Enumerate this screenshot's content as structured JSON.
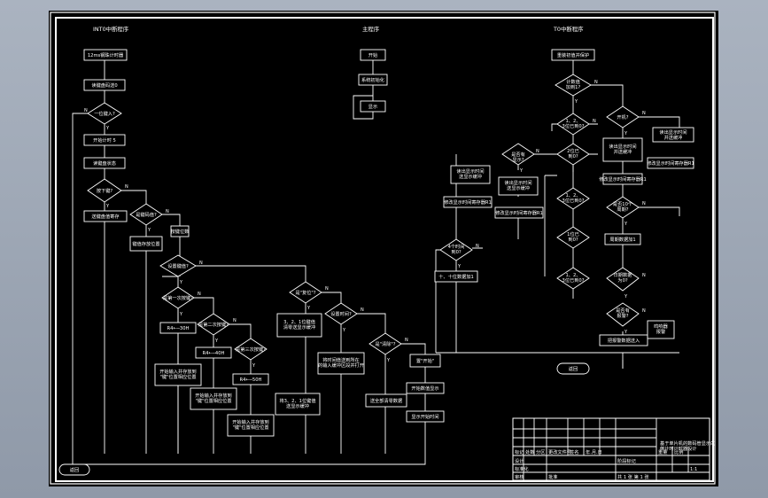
{
  "titles": {
    "int0": "INT0中断程序",
    "main": "主程序",
    "t0": "T0中断程序"
  },
  "yes": "Y",
  "no": "N",
  "int0": {
    "start": "12ms钢珠计时器",
    "n1": "读键盘码送0",
    "d1": "一位键入?",
    "n2": "开始计时 5",
    "n3": "读键盘状态",
    "d2": "按下键?",
    "n4": "送键盘值寄存",
    "d3": "是键码值?",
    "n5": "按键位数",
    "n6": "键值存放位置",
    "d4": "设置键值?",
    "d5": "是第一次按键?",
    "n7": "R4←─30H",
    "d6": "是第二次按键?",
    "n8": "R4←─40H",
    "d7": "是第三次按键?",
    "n9": "R4←─50H",
    "n10": "开始输入并存放到\n\"键\"位置相应位置",
    "n11": "开始输入并存放到\n\"键\"位置相应位置",
    "n12": "开始输入并存放到\n\"键\"位置相应位置",
    "d8": "是\"复位\"?",
    "n13": "3、2、1位键值\n清零送显示缓冲",
    "d9": "设置时间?",
    "n14": "将3、2、1位键值\n送显示缓冲",
    "n15": "将时间值送到所在\n的输入缓冲区段并打开",
    "d10": "是\"清除\"?",
    "n16": "置\"开始\"",
    "n17": "开始数值显示",
    "n18": "显示开始时间",
    "n19": "送全部清零数据",
    "end": "返回"
  },
  "main": {
    "start": "开始",
    "init": "系统初始化",
    "loop": "显示"
  },
  "t0": {
    "start": "重装初值并保护",
    "d1": "计数值\n加到1?",
    "d2": "是否有\n显示?",
    "d3": "1、2、\n3位已到0?",
    "d4": "开机?",
    "n1": "读出显示时间\n并送缓冲",
    "n2": "读出显示时间\n并送缓冲",
    "d5": "2位已\n到0?",
    "n3": "读出显示时间\n送显示缓冲",
    "n4": "读出显示时间\n送显示缓冲",
    "n5": "修改显示时间寄存器R1",
    "n6": "修改显示时间寄存器R1",
    "n7": "修改显示时间寄存器R1",
    "n8": "修改显示时间寄存器R1",
    "d6": "1、2、\n3位已到0?",
    "d7": "是否10个\n周期?",
    "d8": "1位已\n到0?",
    "n9": "周期数据加1",
    "d9": "4个时间\n到0?",
    "n10": "十、十位数据加1",
    "d10": "1、2、\n3位已到0?",
    "d11": "日期数据\n为0?",
    "d12": "是否有\n报警?",
    "n11": "把报警数据送入",
    "n12": "鸣响器\n报警",
    "end": "返回"
  },
  "titleblock": {
    "project": "基于单片机的数码管显示的\n倒计时计时器设计",
    "c1": "标记",
    "c2": "处数",
    "c3": "分区",
    "c4": "更改文件号",
    "c5": "签名",
    "c6": "年.月.日",
    "r1": "设计",
    "r2": "标准化",
    "r3": "审核",
    "r4": "工艺",
    "r5": "批准",
    "stage": "阶段标记",
    "weight": "重量",
    "scale": "比例",
    "scale_val": "1:1",
    "sheet": "共 1 张  第 1 张"
  }
}
